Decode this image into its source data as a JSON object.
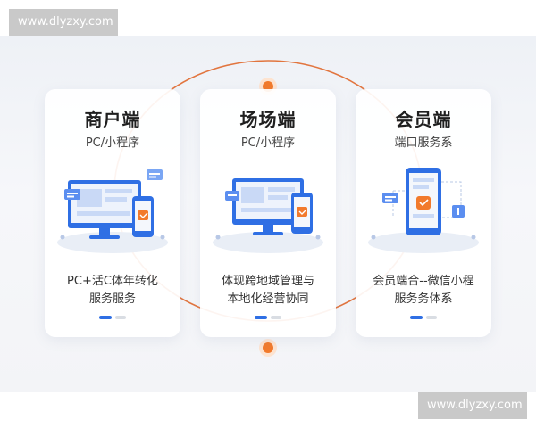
{
  "watermark": {
    "top": "www.dlyzxy.com",
    "bottom": "www.dlyzxy.com"
  },
  "colors": {
    "accent_blue": "#2f6fe4",
    "ring_orange": "#e0672a",
    "node_orange": "#f27a2c"
  },
  "cards": [
    {
      "title": "商户端",
      "subtitle": "PC/小程序",
      "desc_line1": "PC+活C体年转化",
      "desc_line2": "服务服务",
      "icon": "desktop-and-phone-icon"
    },
    {
      "title": "场场端",
      "subtitle": "PC/小程序",
      "desc_line1": "体现跨地域管理与",
      "desc_line2": "本地化经营协同",
      "icon": "desktop-and-phone-icon"
    },
    {
      "title": "会员端",
      "subtitle": "端口服务系",
      "desc_line1": "会员端合--微信小程",
      "desc_line2": "服务务体系",
      "icon": "mobile-phone-icon"
    }
  ]
}
